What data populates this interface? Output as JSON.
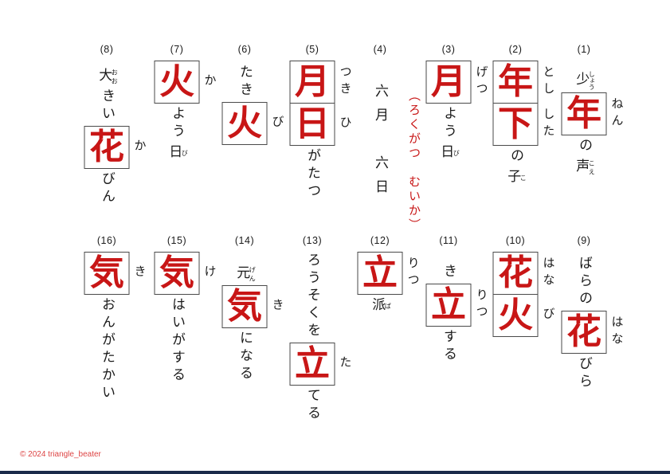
{
  "page": {
    "colors": {
      "background": "#ffffff",
      "accent": "#c81616",
      "text": "#1a1a1a",
      "box_border": "#4a4a4a",
      "footer": "#dd4444",
      "bottom_bar": "#1b2a4a"
    },
    "footer": {
      "copyright": "© 2024 triangle_beater"
    }
  },
  "items": [
    {
      "number": "(1)",
      "tokens": [
        {
          "t": "ruby",
          "s": "少",
          "r": "しょう"
        },
        {
          "t": "box",
          "s": "年",
          "read": "ねん"
        },
        {
          "t": "text",
          "s": "の"
        },
        {
          "t": "ruby",
          "s": "声",
          "r": "こえ"
        }
      ]
    },
    {
      "number": "(2)",
      "tokens": [
        {
          "t": "box",
          "s": "年",
          "read": "とし"
        },
        {
          "t": "box",
          "s": "下",
          "read": "した"
        },
        {
          "t": "text",
          "s": "の"
        },
        {
          "t": "ruby",
          "s": "子",
          "r": "こ"
        }
      ]
    },
    {
      "number": "(3)",
      "tokens": [
        {
          "t": "box",
          "s": "月",
          "read": "げつ"
        },
        {
          "t": "text",
          "s": "よう"
        },
        {
          "t": "ruby",
          "s": "日",
          "r": "び"
        }
      ]
    },
    {
      "number": "(4)",
      "tokens": [
        {
          "t": "text",
          "s": "六月　六日"
        }
      ],
      "answer": "（ろくがつ　むいか）"
    },
    {
      "number": "(5)",
      "tokens": [
        {
          "t": "box",
          "s": "月",
          "read": "つき"
        },
        {
          "t": "box",
          "s": "日",
          "read": "ひ"
        },
        {
          "t": "text",
          "s": "がたつ"
        }
      ]
    },
    {
      "number": "(6)",
      "tokens": [
        {
          "t": "text",
          "s": "たき"
        },
        {
          "t": "box",
          "s": "火",
          "read": "び"
        }
      ]
    },
    {
      "number": "(7)",
      "tokens": [
        {
          "t": "box",
          "s": "火",
          "read": "か"
        },
        {
          "t": "text",
          "s": "よう"
        },
        {
          "t": "ruby",
          "s": "日",
          "r": "び"
        }
      ]
    },
    {
      "number": "(8)",
      "tokens": [
        {
          "t": "ruby",
          "s": "大",
          "r": "おお"
        },
        {
          "t": "text",
          "s": "きい"
        },
        {
          "t": "box",
          "s": "花",
          "read": "か"
        },
        {
          "t": "text",
          "s": "びん"
        }
      ]
    },
    {
      "number": "(9)",
      "tokens": [
        {
          "t": "text",
          "s": "ばらの"
        },
        {
          "t": "box",
          "s": "花",
          "read": "はな"
        },
        {
          "t": "text",
          "s": "びら"
        }
      ]
    },
    {
      "number": "(10)",
      "tokens": [
        {
          "t": "box",
          "s": "花",
          "read": "はな"
        },
        {
          "t": "box",
          "s": "火",
          "read": "び"
        }
      ]
    },
    {
      "number": "(11)",
      "tokens": [
        {
          "t": "text",
          "s": "き"
        },
        {
          "t": "box",
          "s": "立",
          "read": "りつ"
        },
        {
          "t": "text",
          "s": "する"
        }
      ]
    },
    {
      "number": "(12)",
      "tokens": [
        {
          "t": "box",
          "s": "立",
          "read": "りつ"
        },
        {
          "t": "ruby",
          "s": "派",
          "r": "ぱ"
        }
      ]
    },
    {
      "number": "(13)",
      "tokens": [
        {
          "t": "text",
          "s": "ろうそくを"
        },
        {
          "t": "box",
          "s": "立",
          "read": "た"
        },
        {
          "t": "text",
          "s": "てる"
        }
      ]
    },
    {
      "number": "(14)",
      "tokens": [
        {
          "t": "ruby",
          "s": "元",
          "r": "げん"
        },
        {
          "t": "box",
          "s": "気",
          "read": "き"
        },
        {
          "t": "text",
          "s": "になる"
        }
      ]
    },
    {
      "number": "(15)",
      "tokens": [
        {
          "t": "box",
          "s": "気",
          "read": "け"
        },
        {
          "t": "text",
          "s": "はいがする"
        }
      ]
    },
    {
      "number": "(16)",
      "tokens": [
        {
          "t": "box",
          "s": "気",
          "read": "き"
        },
        {
          "t": "text",
          "s": "おんがたかい"
        }
      ]
    }
  ]
}
